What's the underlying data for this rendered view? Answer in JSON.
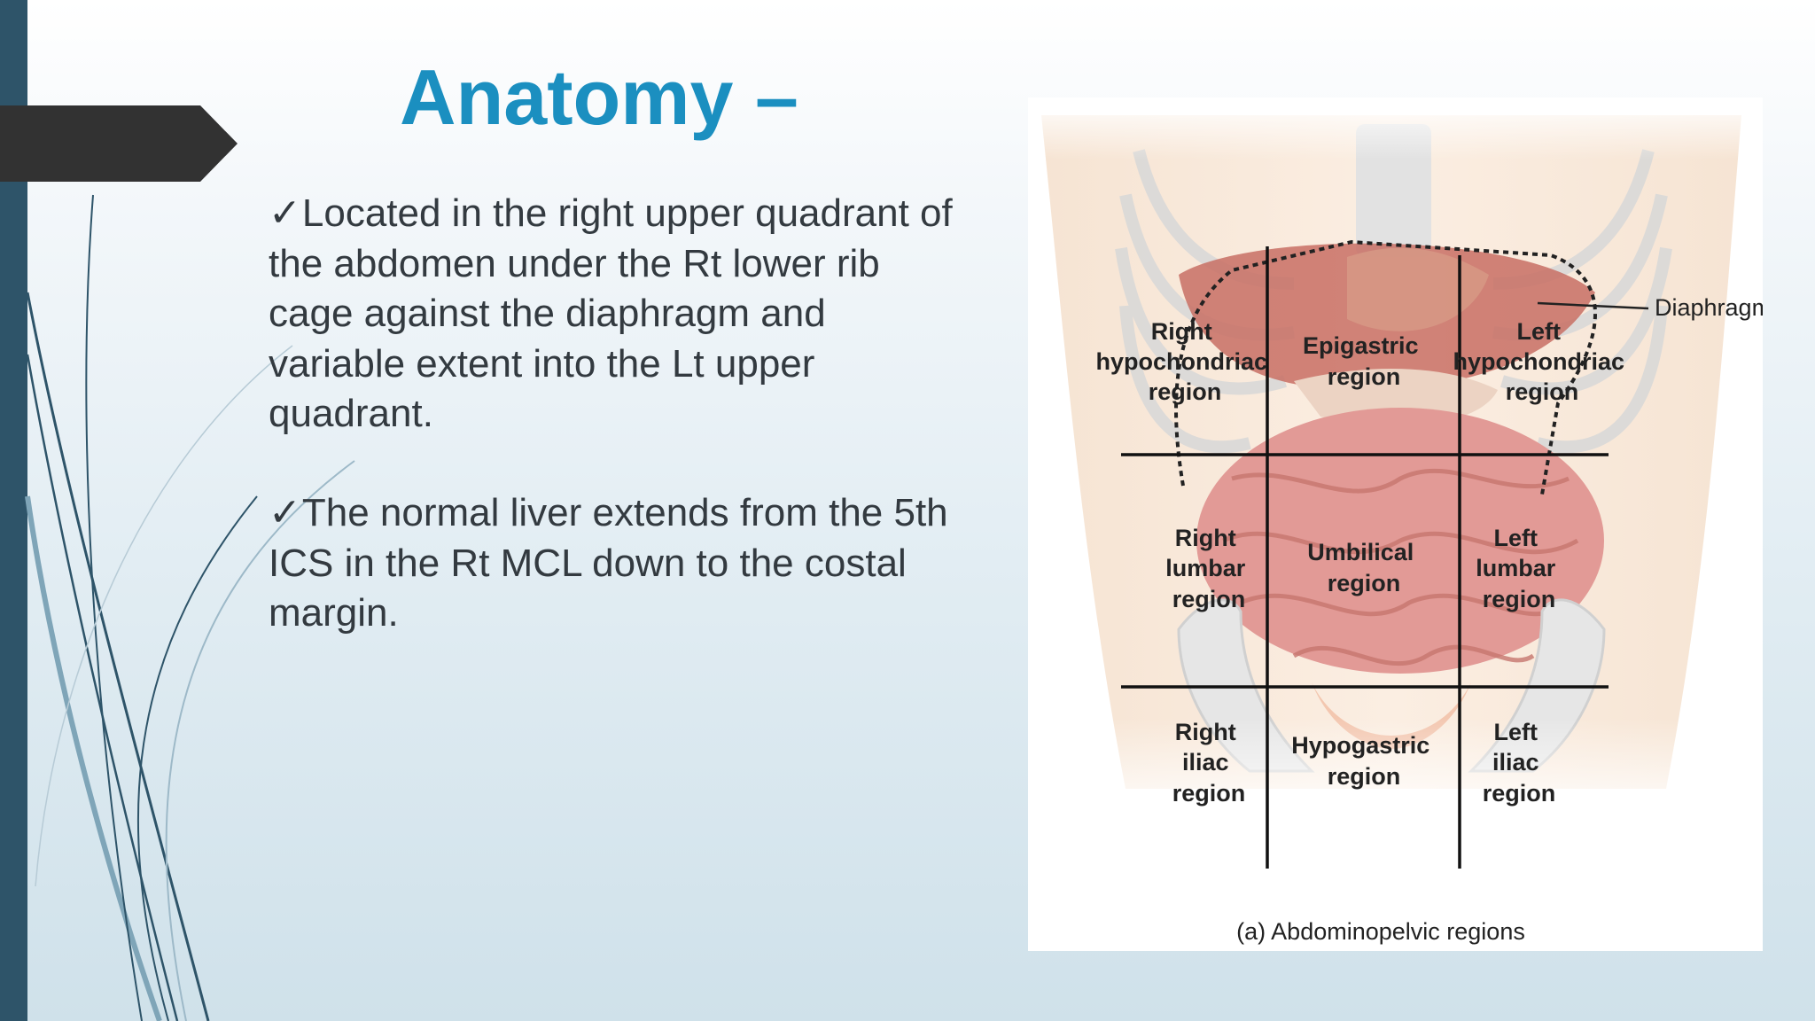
{
  "slide": {
    "title": "Anatomy –",
    "bullets": [
      {
        "check": "✓",
        "text": "Located in the right upper quadrant of the abdomen under the Rt lower rib cage against the diaphragm and variable extent into the Lt upper quadrant."
      },
      {
        "check": "✓",
        "text": "The normal liver extends from the 5th ICS in the Rt MCL down to the costal margin."
      }
    ]
  },
  "figure": {
    "caption": "(a) Abdominopelvic regions",
    "diaphragm_label": "Diaphragm",
    "regions": {
      "right_hypochondriac": [
        "Right",
        "hypochondriac",
        "region"
      ],
      "epigastric": [
        "Epigastric",
        "region"
      ],
      "left_hypochondriac": [
        "Left",
        "hypochondriac",
        "region"
      ],
      "right_lumbar": [
        "Right",
        "lumbar",
        "region"
      ],
      "umbilical": [
        "Umbilical",
        "region"
      ],
      "left_lumbar": [
        "Left",
        "lumbar",
        "region"
      ],
      "right_iliac": [
        "Right",
        "iliac",
        "region"
      ],
      "hypogastric": [
        "Hypogastric",
        "region"
      ],
      "left_iliac": [
        "Left",
        "iliac",
        "region"
      ]
    }
  },
  "colors": {
    "title": "#1b8fc0",
    "body_text": "#333a40",
    "left_bar": "#2e5469",
    "arrow_tab": "#323232"
  }
}
